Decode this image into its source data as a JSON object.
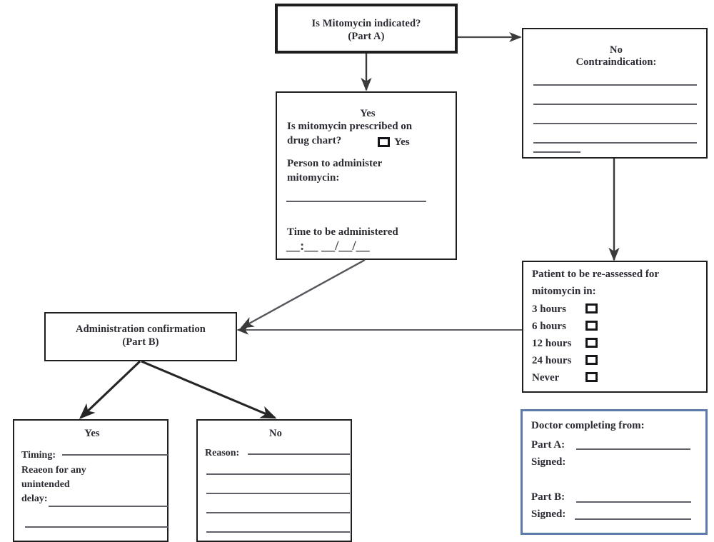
{
  "diagram": {
    "title": "Mitomycin administration decision flowchart",
    "colors": {
      "box_border": "#1e1e1e",
      "doctor_box_border": "#5b7ca8",
      "rule_line": "#606068",
      "arrow": "#3a3a3a",
      "background": "#ffffff",
      "text": "#2b2b33"
    }
  },
  "nodes": {
    "part_a": {
      "line1": "Is Mitomycin indicated?",
      "line2": "(Part A)"
    },
    "yes_branch": {
      "branch_label": "Yes",
      "question": "Is mitomycin prescribed on",
      "question_line2": "drug chart?",
      "checkbox_label": "Yes",
      "person_line1": "Person to administer",
      "person_line2": "mitomycin:",
      "time_label": "Time to be administered",
      "time_blank": "__:__   __/__/__"
    },
    "no_contraindication": {
      "line1": "No",
      "line2": "Contraindication:"
    },
    "reassess": {
      "line1": "Patient to be re-assessed for",
      "line2": "mitomycin in:",
      "options": [
        {
          "label": "3 hours",
          "checked": false
        },
        {
          "label": "6 hours",
          "checked": false
        },
        {
          "label": "12 hours",
          "checked": false
        },
        {
          "label": "24 hours",
          "checked": false
        },
        {
          "label": "Never",
          "checked": false
        }
      ]
    },
    "part_b": {
      "line1": "Administration confirmation",
      "line2": "(Part B)"
    },
    "part_b_yes": {
      "heading": "Yes",
      "timing_label": "Timing:",
      "reason_line1": "Reaeon for any",
      "reason_line2": "unintended",
      "reason_line3": "delay:"
    },
    "part_b_no": {
      "heading": "No",
      "reason_label": "Reason:"
    },
    "doctor": {
      "heading": "Doctor completing from:",
      "part_a_label": "Part A:",
      "signed_a_label": "Signed:",
      "part_b_label": "Part B:",
      "signed_b_label": "Signed:"
    }
  }
}
